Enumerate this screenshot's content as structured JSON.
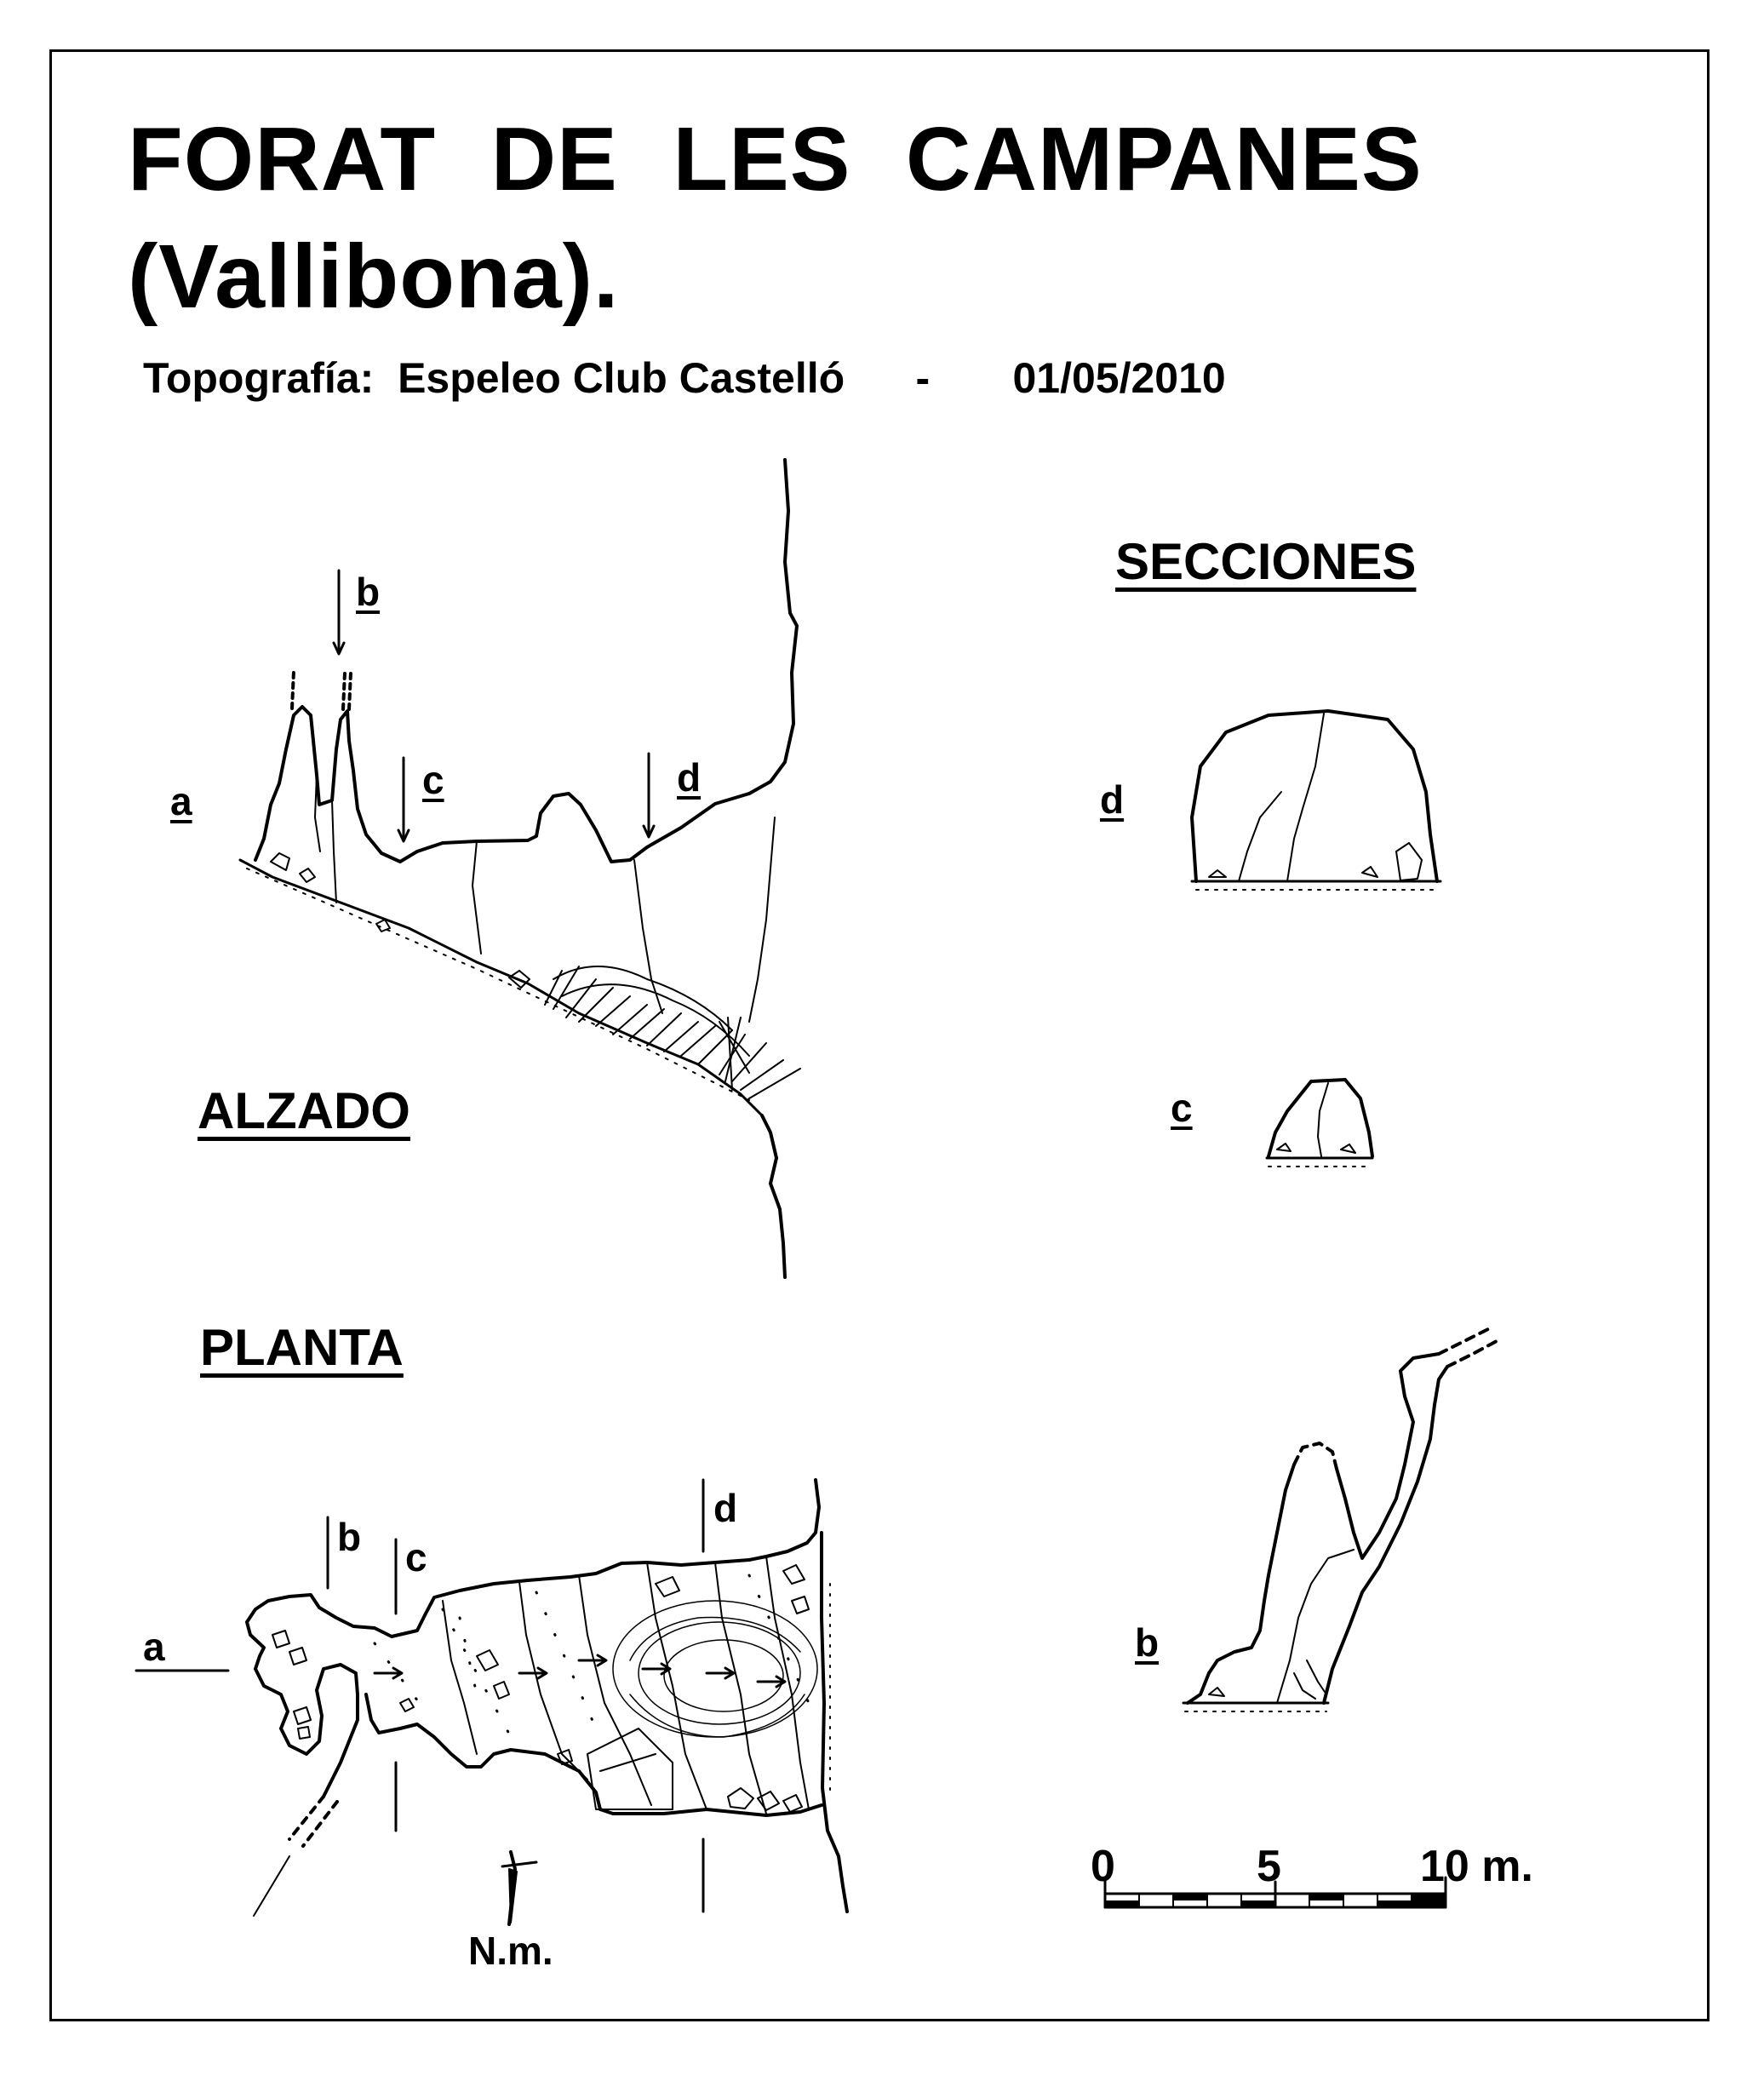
{
  "title": {
    "line1": "FORAT DE LES CAMPANES",
    "line2": "(Vallibona)."
  },
  "subtitle": {
    "label": "Topografía:",
    "author": "Espeleo Club Castelló",
    "separator": "-",
    "date": "01/05/2010"
  },
  "headings": {
    "sections": "SECCIONES",
    "elevation": "ALZADO",
    "plan": "PLANTA"
  },
  "elevation_labels": {
    "a": "a",
    "b": "b",
    "c": "c",
    "d": "d"
  },
  "section_labels": {
    "d": "d",
    "c": "c",
    "b": "b"
  },
  "plan_labels": {
    "a": "a",
    "b": "b",
    "c": "c",
    "d": "d"
  },
  "north": {
    "label": "N.m."
  },
  "scale": {
    "tick0": "0",
    "tick5": "5",
    "tick10": "10 m."
  }
}
